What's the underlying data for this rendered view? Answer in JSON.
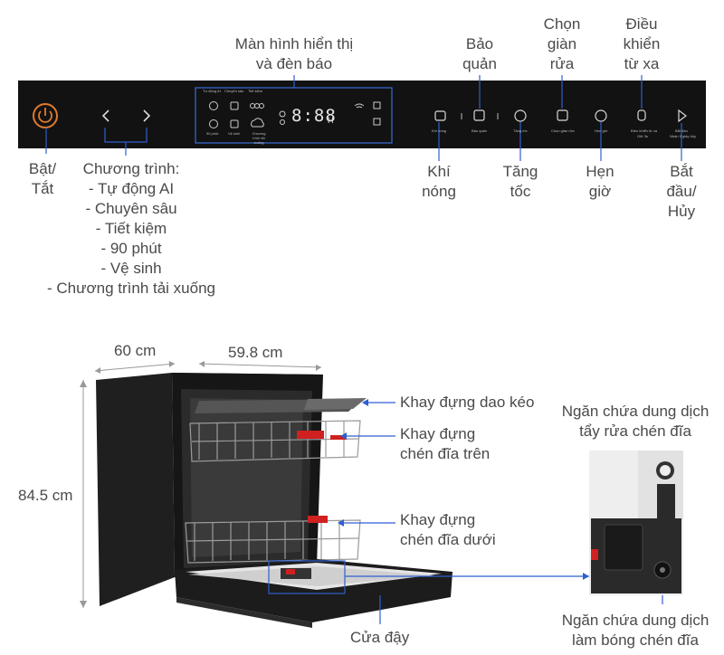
{
  "panel_labels": {
    "display": "Màn hình hiển thị\nvà đèn báo",
    "storage": "Bảo\nquản",
    "select_rack": "Chọn\ngiàn\nrửa",
    "remote": "Điều\nkhiển\ntừ xa",
    "power": "Bật/\nTắt",
    "programs_title": "Chương trình:",
    "programs": [
      "- Tự động AI",
      "- Chuyên sâu",
      "- Tiết kiệm",
      "-  90 phút",
      "- Vệ sinh",
      "- Chương trình tải xuống"
    ],
    "hot_air": "Khí\nnóng",
    "speed": "Tăng\ntốc",
    "timer": "Hẹn\ngiờ",
    "start": "Bắt\nđầu/\nHủy"
  },
  "panel_micro": {
    "auto": "Tự động AI",
    "intensive": "Chuyên sâu",
    "eco": "Tiết kiệm",
    "min90": "90 phút",
    "hygiene": "Vệ sinh",
    "download": "Chương trình tải xuống",
    "digits": "8:88",
    "h": "H",
    "hot_air": "Khí nóng",
    "storage": "Bảo quản",
    "speed": "Tăng tốc",
    "rack": "Chọn giàn rửa",
    "timer": "Hẹn giờ",
    "remote": "Điều khiển từ xa",
    "remote_sub": "Giữ 3s",
    "start": "Bắt đầu",
    "start_sub": "Nhấn 3 giây hủy"
  },
  "dimensions": {
    "depth": "60 cm",
    "width": "59.8 cm",
    "height": "84.5 cm"
  },
  "callouts": {
    "cutlery": "Khay đựng dao kéo",
    "upper": "Khay đựng\nchén đĩa trên",
    "lower": "Khay đựng\nchén đĩa dưới",
    "detergent": "Ngăn chứa dung dịch\ntẩy rửa chén đĩa",
    "rinse": "Ngăn chứa dung dịch\nlàm bóng chén đĩa",
    "door": "Cửa đậy"
  },
  "colors": {
    "panel": "#121212",
    "panel_icon": "#d8d8d8",
    "display_frame": "#3a6bd8",
    "power_ring": "#e07a2c",
    "leader": "#2f5fd0",
    "machine": "#1c1c1c",
    "accent_red": "#d02020"
  }
}
